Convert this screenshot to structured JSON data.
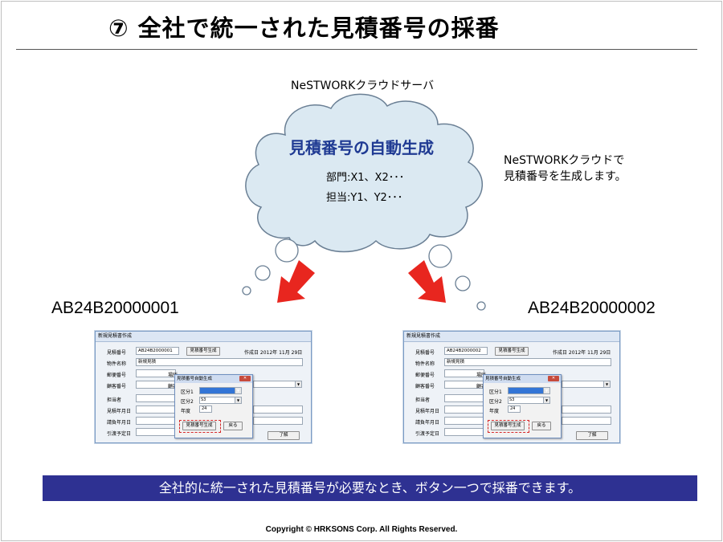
{
  "slide": {
    "title": "⑦ 全社で統一された見積番号の採番",
    "server_label": "NeSTWORKクラウドサーバ",
    "cloud": {
      "title": "見積番号の自動生成",
      "line1": "部門:X1、X2･･･",
      "line2": "担当:Y1、Y2･･･"
    },
    "side_note": [
      "NeSTWORKクラウドで",
      "見積番号を生成します。"
    ],
    "estimate_left": "AB24B20000001",
    "estimate_right": "AB24B20000002",
    "banner": "全社的に統一された見積番号が必要なとき、ボタン一つで採番できます。",
    "copyright": "Copyright © HRKSONS Corp.   All Rights Reserved.",
    "colors": {
      "cloud_fill": "#dbe9f2",
      "cloud_stroke": "#6a7f94",
      "arrow": "#e8261f",
      "banner_bg": "#2e3192"
    }
  },
  "windows": [
    {
      "title": "新規見積書作成",
      "estimate_no_label": "見積番号",
      "estimate_no_value": "AB24B2000001",
      "generate_button": "見積番号生成",
      "created_date": "作成日  2012年 11月 29日",
      "labels": [
        "物件名称",
        "郵便番号",
        "顧客番号",
        "担当者",
        "見積年月日",
        "請負年月日",
        "引渡予定日"
      ],
      "item_name_value": "新規見積",
      "partial_label_1": "場所",
      "partial_label_2": "顧客",
      "ok_button": "了解",
      "dialog": {
        "title": "見積番号自動生成",
        "close": "✕",
        "label1": "区分1",
        "label2": "区分2",
        "value2": "S3",
        "label3": "年度",
        "value3": "24",
        "generate_button": "見積番号生成",
        "back_button": "戻る"
      }
    },
    {
      "title": "新規見積書作成",
      "estimate_no_label": "見積番号",
      "estimate_no_value": "AB24B2000002",
      "generate_button": "見積番号生成",
      "created_date": "作成日  2012年 11月 29日",
      "labels": [
        "物件名称",
        "郵便番号",
        "顧客番号",
        "担当者",
        "見積年月日",
        "請負年月日",
        "引渡予定日"
      ],
      "item_name_value": "新規見積",
      "partial_label_1": "場所",
      "partial_label_2": "顧客",
      "ok_button": "了解",
      "dialog": {
        "title": "見積番号自動生成",
        "close": "✕",
        "label1": "区分1",
        "label2": "区分2",
        "value2": "S3",
        "label3": "年度",
        "value3": "24",
        "generate_button": "見積番号生成",
        "back_button": "戻る"
      }
    }
  ]
}
